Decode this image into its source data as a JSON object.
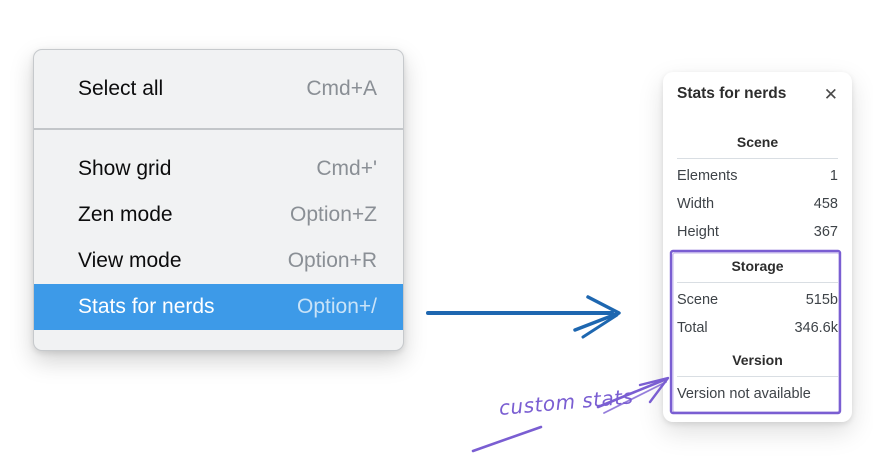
{
  "context_menu": {
    "items": [
      {
        "label": "Select all",
        "shortcut": "Cmd+A",
        "selected": false
      },
      {
        "label": "Show grid",
        "shortcut": "Cmd+'",
        "selected": false
      },
      {
        "label": "Zen mode",
        "shortcut": "Option+Z",
        "selected": false
      },
      {
        "label": "View mode",
        "shortcut": "Option+R",
        "selected": false
      },
      {
        "label": "Stats for nerds",
        "shortcut": "Option+/",
        "selected": true
      }
    ],
    "colors": {
      "highlight": "#3d9ae8",
      "background": "#f1f2f3",
      "shortcut_text": "#8a8f95"
    }
  },
  "stats_panel": {
    "title": "Stats for nerds",
    "close_icon": "✕",
    "scene": {
      "heading": "Scene",
      "rows": [
        {
          "label": "Elements",
          "value": "1"
        },
        {
          "label": "Width",
          "value": "458"
        },
        {
          "label": "Height",
          "value": "367"
        }
      ]
    },
    "storage": {
      "heading": "Storage",
      "rows": [
        {
          "label": "Scene",
          "value": "515b"
        },
        {
          "label": "Total",
          "value": "346.6k"
        }
      ]
    },
    "version": {
      "heading": "Version",
      "note": "Version not available"
    }
  },
  "annotations": {
    "label": "custom stats",
    "colors": {
      "purple": "#7a5ed2",
      "arrow_blue": "#1e67b0"
    }
  }
}
